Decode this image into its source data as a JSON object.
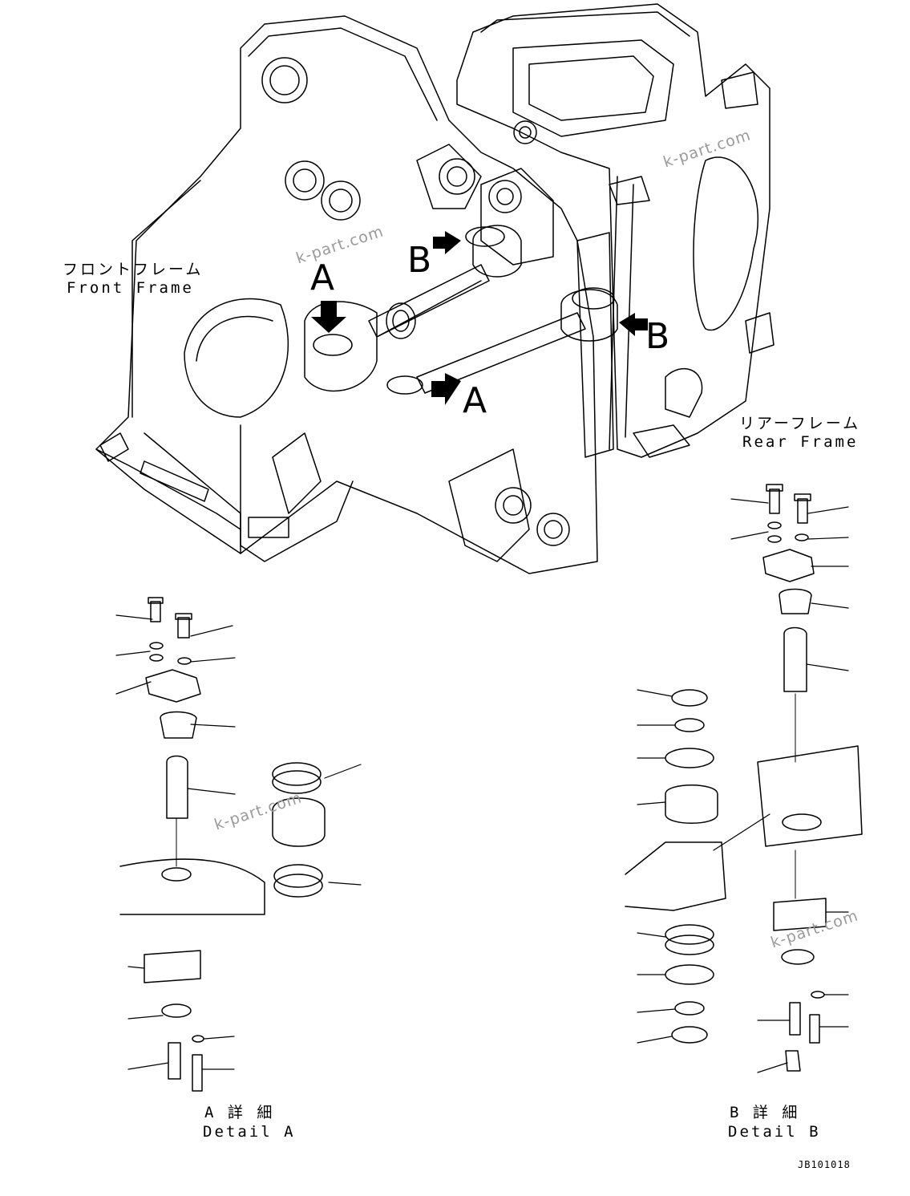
{
  "front_frame": {
    "ja": "フロントフレーム",
    "en": "Front Frame"
  },
  "rear_frame": {
    "ja": "リアーフレーム",
    "en": "Rear Frame"
  },
  "view_markers": {
    "a": "A",
    "b": "B"
  },
  "detail_a": {
    "ja": "A 詳 細",
    "en": "Detail A"
  },
  "detail_b": {
    "ja": "B 詳 細",
    "en": "Detail B"
  },
  "watermark": "k-part.com",
  "drawing_code": "JB101018"
}
